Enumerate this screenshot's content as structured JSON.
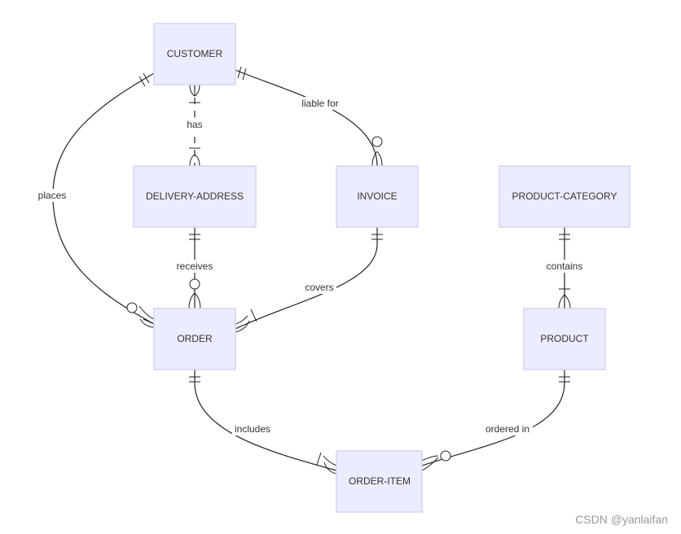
{
  "entities": {
    "customer": "CUSTOMER",
    "delivery_address": "DELIVERY-ADDRESS",
    "invoice": "INVOICE",
    "product_category": "PRODUCT-CATEGORY",
    "order": "ORDER",
    "product": "PRODUCT",
    "order_item": "ORDER-ITEM"
  },
  "relationships": {
    "places": "places",
    "has": "has",
    "liable_for": "liable for",
    "receives": "receives",
    "covers": "covers",
    "contains": "contains",
    "includes": "includes",
    "ordered_in": "ordered in"
  },
  "watermark": "CSDN @yanlaifan",
  "colors": {
    "entity_fill": "#ececff",
    "entity_border": "#d3d3f5",
    "line": "#222222"
  }
}
